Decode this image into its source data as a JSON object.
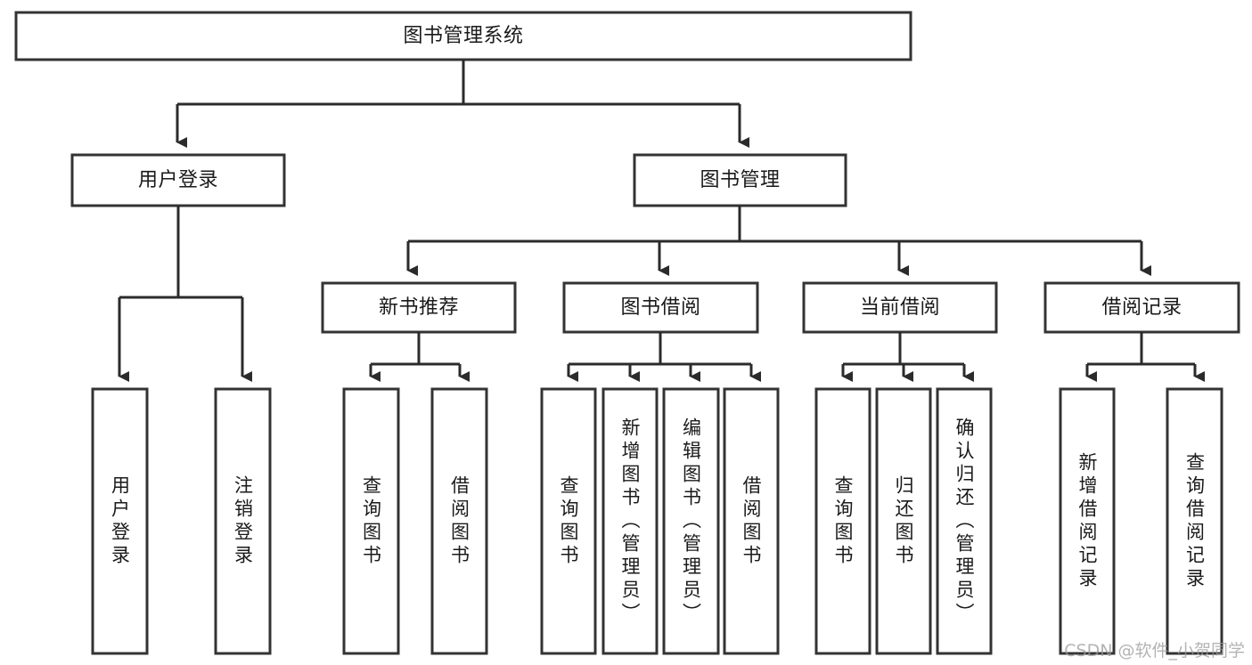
{
  "diagram": {
    "type": "tree",
    "title": "图书管理系统",
    "watermark": "CSDN @软件_小贺同学",
    "root": {
      "id": "root",
      "label": "图书管理系统",
      "orientation": "horizontal"
    },
    "level2": [
      {
        "id": "user-login",
        "label": "用户登录",
        "orientation": "horizontal"
      },
      {
        "id": "book-manage",
        "label": "图书管理",
        "orientation": "horizontal"
      }
    ],
    "level3": [
      {
        "id": "new-book-recommend",
        "label": "新书推荐",
        "orientation": "horizontal",
        "parent": "book-manage"
      },
      {
        "id": "book-borrow",
        "label": "图书借阅",
        "orientation": "horizontal",
        "parent": "book-manage"
      },
      {
        "id": "current-borrow",
        "label": "当前借阅",
        "orientation": "horizontal",
        "parent": "book-manage"
      },
      {
        "id": "borrow-record",
        "label": "借阅记录",
        "orientation": "horizontal",
        "parent": "book-manage"
      }
    ],
    "leaves": [
      {
        "id": "leaf-user-login",
        "label": "用户登录",
        "orientation": "vertical",
        "parent": "user-login"
      },
      {
        "id": "leaf-user-logout",
        "label": "注销登录",
        "orientation": "vertical",
        "parent": "user-login"
      },
      {
        "id": "leaf-query-book-1",
        "label": "查询图书",
        "orientation": "vertical",
        "parent": "new-book-recommend"
      },
      {
        "id": "leaf-borrow-book-1",
        "label": "借阅图书",
        "orientation": "vertical",
        "parent": "new-book-recommend"
      },
      {
        "id": "leaf-query-book-2",
        "label": "查询图书",
        "orientation": "vertical",
        "parent": "book-borrow"
      },
      {
        "id": "leaf-add-book",
        "label": "新增图书（管理员）",
        "orientation": "vertical",
        "parent": "book-borrow"
      },
      {
        "id": "leaf-edit-book",
        "label": "编辑图书（管理员）",
        "orientation": "vertical",
        "parent": "book-borrow"
      },
      {
        "id": "leaf-borrow-book-2",
        "label": "借阅图书",
        "orientation": "vertical",
        "parent": "book-borrow"
      },
      {
        "id": "leaf-query-book-3",
        "label": "查询图书",
        "orientation": "vertical",
        "parent": "current-borrow"
      },
      {
        "id": "leaf-return-book",
        "label": "归还图书",
        "orientation": "vertical",
        "parent": "current-borrow"
      },
      {
        "id": "leaf-confirm-return",
        "label": "确认归还（管理员）",
        "orientation": "vertical",
        "parent": "current-borrow"
      },
      {
        "id": "leaf-add-record",
        "label": "新增借阅记录",
        "orientation": "vertical",
        "parent": "borrow-record"
      },
      {
        "id": "leaf-query-record",
        "label": "查询借阅记录",
        "orientation": "vertical",
        "parent": "borrow-record"
      }
    ],
    "colors": {
      "box_stroke": "#333333",
      "box_fill": "#ffffff",
      "connector": "#2b2b2b",
      "text": "#1a1a1a",
      "watermark": "#9a9a9a",
      "background": "#ffffff"
    }
  }
}
